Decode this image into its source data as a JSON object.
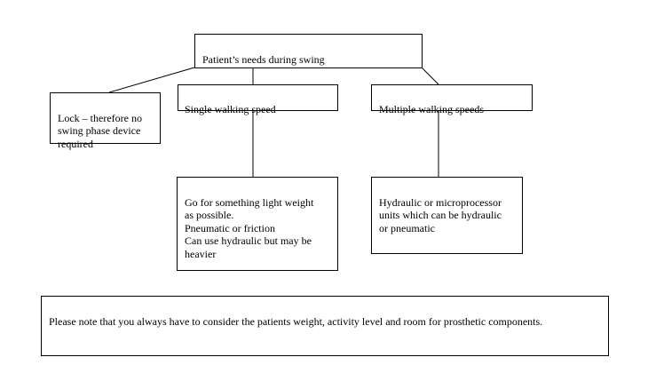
{
  "diagram": {
    "root": {
      "text": "Patient’s needs during swing"
    },
    "nodes": [
      {
        "id": "lock",
        "text": "Lock – therefore no\nswing phase device\nrequired"
      },
      {
        "id": "single",
        "text": "Single walking speed"
      },
      {
        "id": "multiple",
        "text": "Multiple walking speeds"
      },
      {
        "id": "single_detail",
        "text": "Go for something light weight\nas possible.\nPneumatic or friction\nCan use hydraulic but may be\nheavier"
      },
      {
        "id": "multiple_detail",
        "text": "Hydraulic or microprocessor\nunits which can be hydraulic\nor pneumatic"
      }
    ],
    "edges": [
      {
        "from": "root",
        "to": "lock"
      },
      {
        "from": "root",
        "to": "single"
      },
      {
        "from": "root",
        "to": "multiple"
      },
      {
        "from": "single",
        "to": "single_detail"
      },
      {
        "from": "multiple",
        "to": "multiple_detail"
      }
    ]
  },
  "note": {
    "text": "Please note that you always have to consider the patients weight, activity level and room for prosthetic components."
  }
}
